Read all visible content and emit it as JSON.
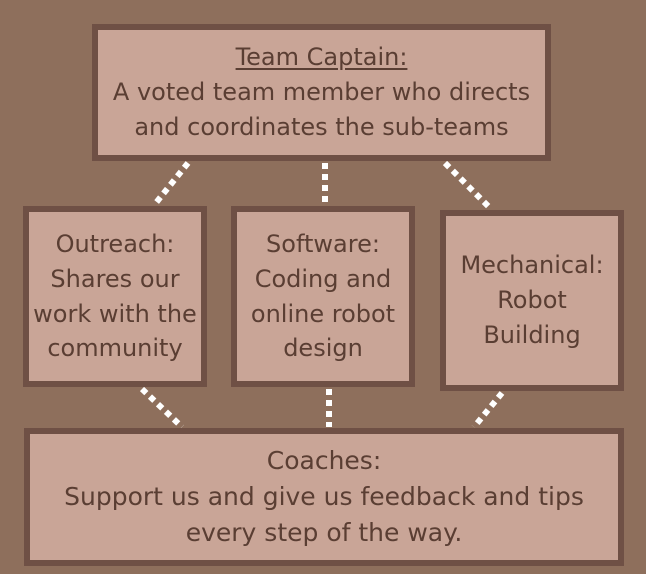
{
  "captain": {
    "title": "Team Captain:",
    "line1": "A voted team member who directs",
    "line2": "and coordinates the sub-teams"
  },
  "outreach": {
    "line1": "Outreach:",
    "line2": "Shares our",
    "line3": "work with the",
    "line4": "community"
  },
  "software": {
    "line1": "Software:",
    "line2": "Coding and",
    "line3": "online robot",
    "line4": "design"
  },
  "mechanical": {
    "line1": "Mechanical:",
    "line2": "Robot",
    "line3": "Building"
  },
  "coaches": {
    "line1": "Coaches:",
    "line2": "Support us and give us feedback and tips",
    "line3": "every step of the way."
  },
  "colors": {
    "background": "#8e6f5c",
    "box_fill": "#c9a597",
    "box_border": "#6f5045",
    "text": "#5a3e33",
    "connector": "#ffffff"
  }
}
